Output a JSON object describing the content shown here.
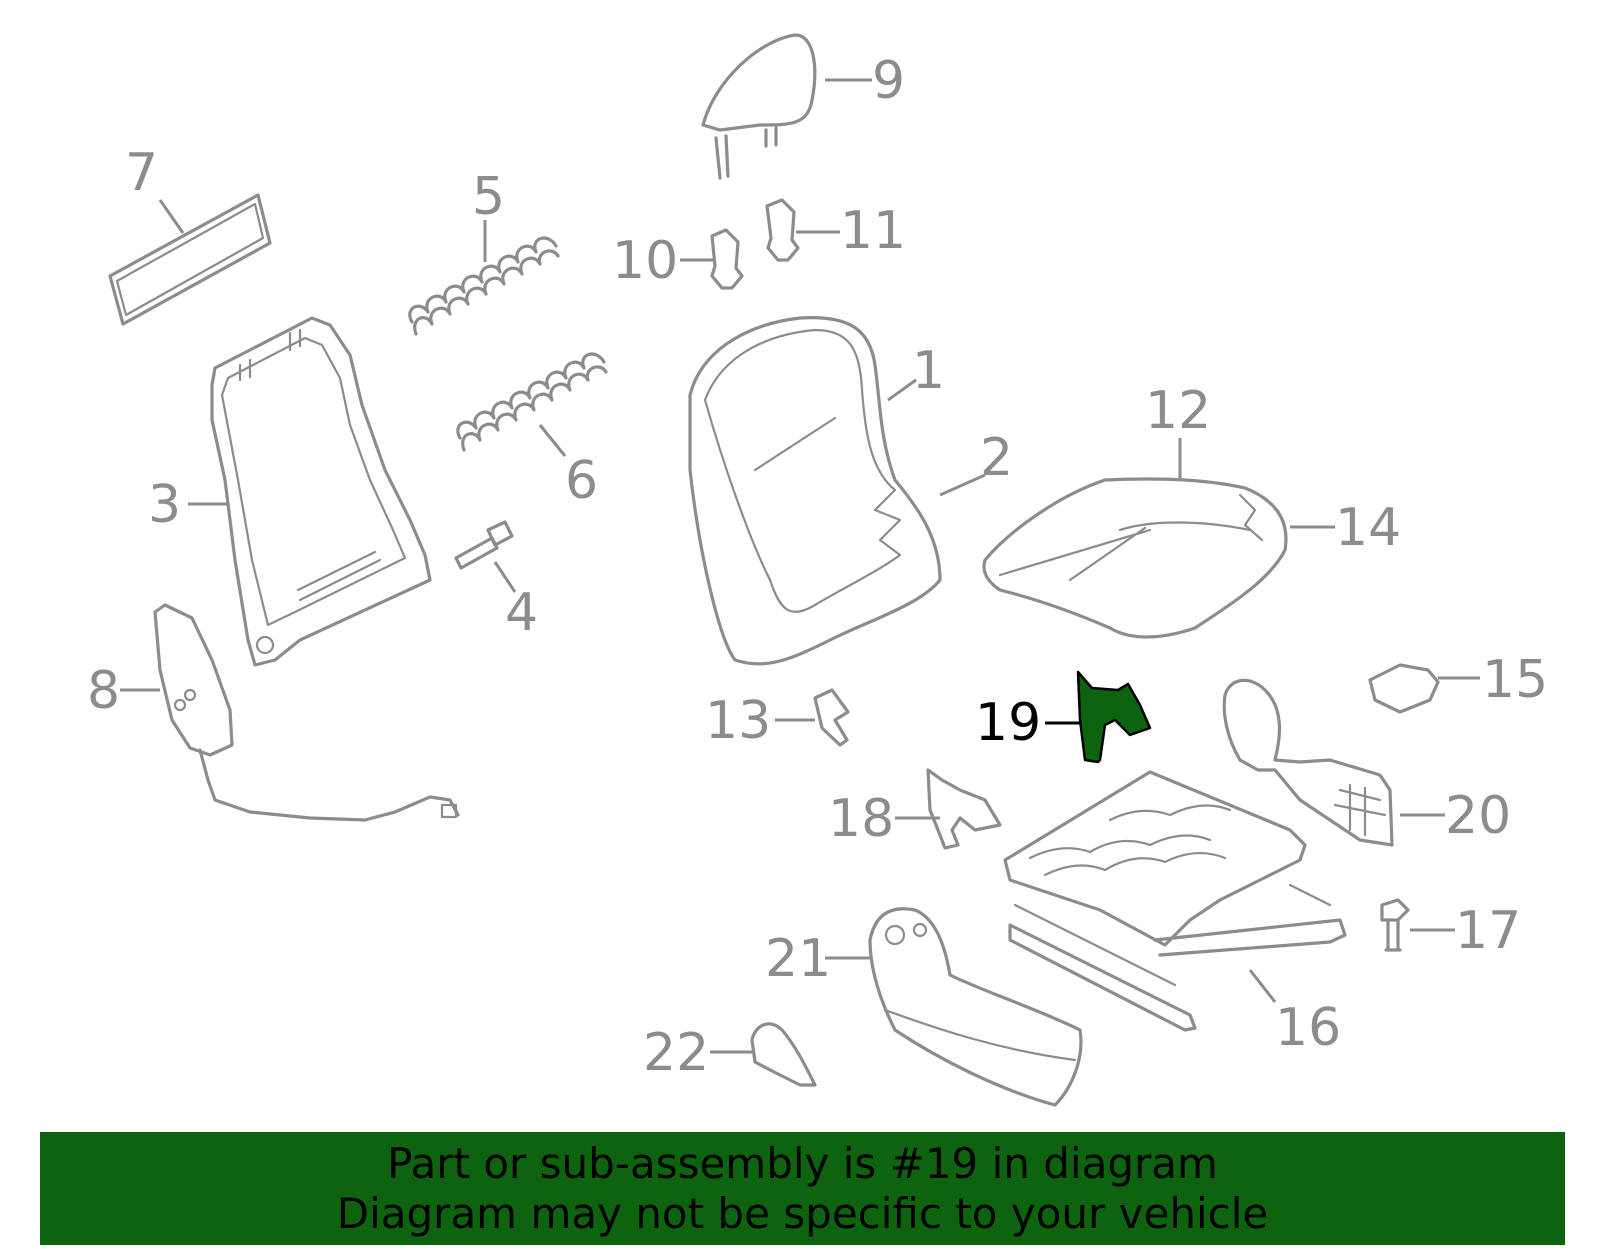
{
  "diagram": {
    "highlight_color": "#0e640e",
    "outline_color": "#8c8c8c",
    "callouts": [
      {
        "id": "1",
        "label": "1"
      },
      {
        "id": "2",
        "label": "2"
      },
      {
        "id": "3",
        "label": "3"
      },
      {
        "id": "4",
        "label": "4"
      },
      {
        "id": "5",
        "label": "5"
      },
      {
        "id": "6",
        "label": "6"
      },
      {
        "id": "7",
        "label": "7"
      },
      {
        "id": "8",
        "label": "8"
      },
      {
        "id": "9",
        "label": "9"
      },
      {
        "id": "10",
        "label": "10"
      },
      {
        "id": "11",
        "label": "11"
      },
      {
        "id": "12",
        "label": "12"
      },
      {
        "id": "13",
        "label": "13"
      },
      {
        "id": "14",
        "label": "14"
      },
      {
        "id": "15",
        "label": "15"
      },
      {
        "id": "16",
        "label": "16"
      },
      {
        "id": "17",
        "label": "17"
      },
      {
        "id": "18",
        "label": "18"
      },
      {
        "id": "19",
        "label": "19",
        "highlighted": true
      },
      {
        "id": "20",
        "label": "20"
      },
      {
        "id": "21",
        "label": "21"
      },
      {
        "id": "22",
        "label": "22"
      }
    ]
  },
  "banner": {
    "line1": "Part or sub-assembly is #19 in diagram",
    "line2": "Diagram may not be specific to your vehicle"
  }
}
